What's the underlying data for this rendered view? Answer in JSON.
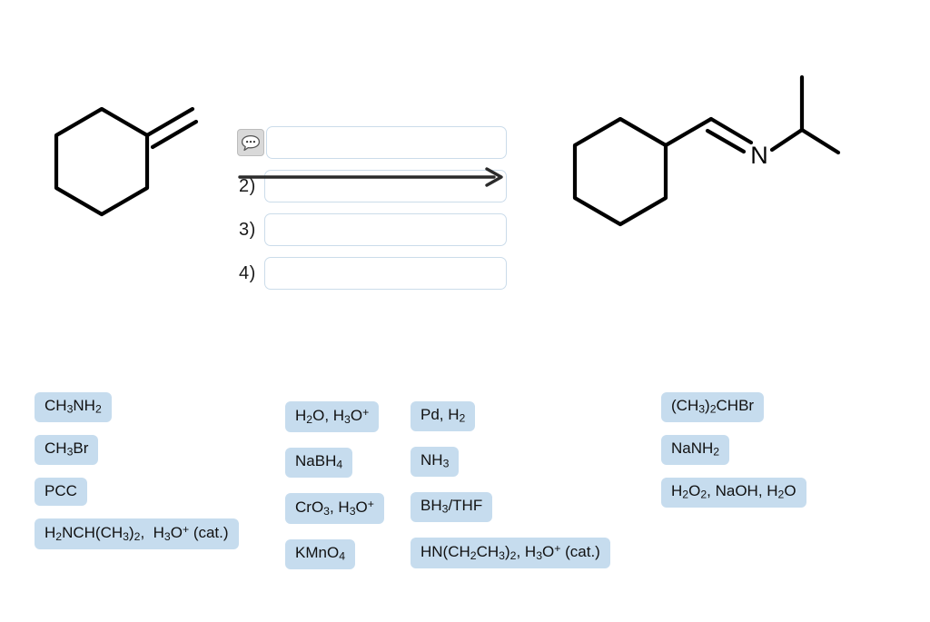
{
  "problem": {
    "reactant": {
      "name": "methylenecyclohexane",
      "label": ""
    },
    "product": {
      "name": "N-isopropyl-cyclohexanecarbaldimine",
      "atom_label_n": "N"
    },
    "arrow": {
      "name": "reaction-arrow"
    }
  },
  "answer_steps": [
    {
      "label": "",
      "icon": "speech-bubble-icon",
      "value": "",
      "placeholder": ""
    },
    {
      "label": "2)",
      "icon": "",
      "value": "",
      "placeholder": ""
    },
    {
      "label": "3)",
      "icon": "",
      "value": "",
      "placeholder": ""
    },
    {
      "label": "4)",
      "icon": "",
      "value": "",
      "placeholder": ""
    }
  ],
  "reagent_palette": {
    "columns": [
      {
        "name": "reagent-column-1",
        "chips": [
          {
            "html": "CH<sub>3</sub>NH<sub>2</sub>",
            "text": "CH3NH2"
          },
          {
            "html": "CH<sub>3</sub>Br",
            "text": "CH3Br"
          },
          {
            "html": "PCC",
            "text": "PCC"
          },
          {
            "html": "H<sub>2</sub>NCH(CH<sub>3</sub>)<sub>2</sub>,&nbsp; H<sub>3</sub>O<sup>+</sup> (cat.)",
            "text": "H2NCH(CH3)2, H3O+ (cat.)"
          }
        ]
      },
      {
        "name": "reagent-column-2",
        "chips": [
          {
            "html": "H<sub>2</sub>O, H<sub>3</sub>O<sup>+</sup>",
            "text": "H2O, H3O+"
          },
          {
            "html": "NaBH<sub>4</sub>",
            "text": "NaBH4"
          },
          {
            "html": "CrO<sub>3</sub>, H<sub>3</sub>O<sup>+</sup>",
            "text": "CrO3, H3O+"
          },
          {
            "html": "KMnO<sub>4</sub>",
            "text": "KMnO4"
          }
        ]
      },
      {
        "name": "reagent-column-3",
        "chips": [
          {
            "html": "Pd, H<sub>2</sub>",
            "text": "Pd, H2"
          },
          {
            "html": "NH<sub>3</sub>",
            "text": "NH3"
          },
          {
            "html": "BH<sub>3</sub>/THF",
            "text": "BH3/THF"
          },
          {
            "html": "HN(CH<sub>2</sub>CH<sub>3</sub>)<sub>2</sub>, H<sub>3</sub>O<sup>+</sup> (cat.)",
            "text": "HN(CH2CH3)2, H3O+ (cat.)"
          }
        ]
      },
      {
        "name": "reagent-column-4",
        "chips": [
          {
            "html": "(CH<sub>3</sub>)<sub>2</sub>CHBr",
            "text": "(CH3)2CHBr"
          },
          {
            "html": "NaNH<sub>2</sub>",
            "text": "NaNH2"
          },
          {
            "html": "H<sub>2</sub>O<sub>2</sub>, NaOH, H<sub>2</sub>O",
            "text": "H2O2, NaOH, H2O"
          }
        ]
      }
    ]
  },
  "colors": {
    "background": "#ffffff",
    "chip_fill": "#c6dcee",
    "input_border": "#cbdcea",
    "hint_button_fill": "#d9d9d9",
    "structure_stroke": "#000000"
  }
}
